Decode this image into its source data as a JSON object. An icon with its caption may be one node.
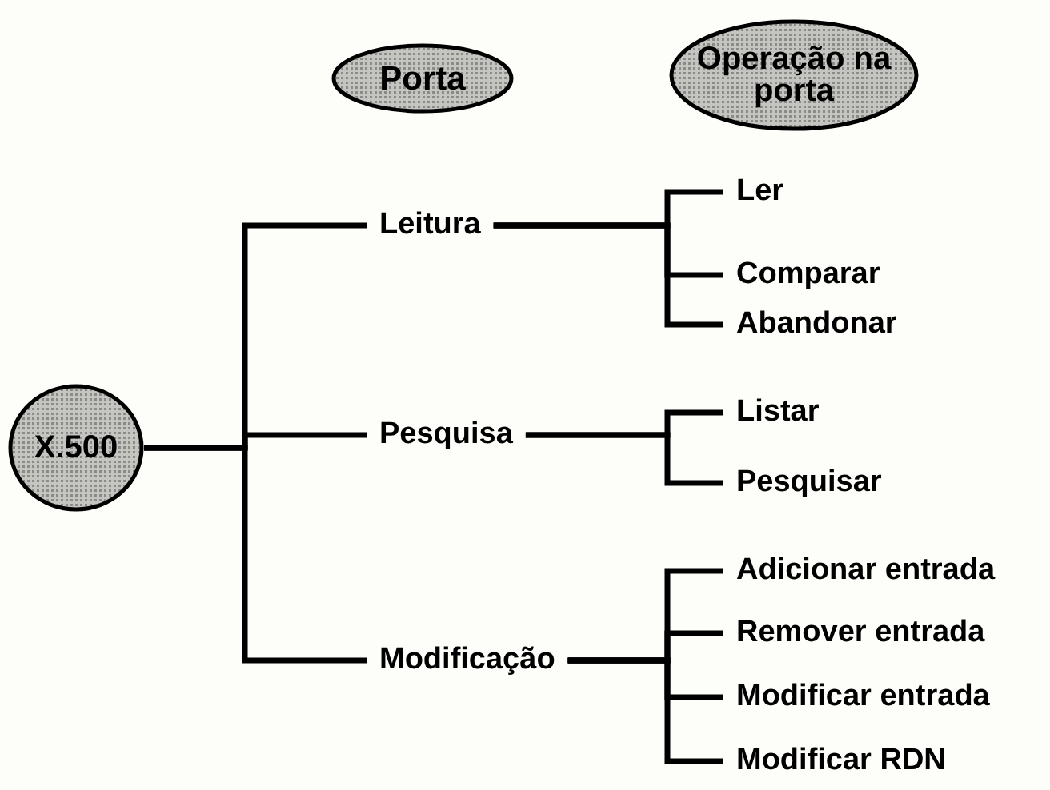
{
  "diagram": {
    "nodes": [
      {
        "text": [
          "Porta"
        ]
      },
      {
        "text": [
          "Operação na porta"
        ]
      },
      {
        "text": [
          "X.500"
        ]
      },
      {
        "text": [
          "Leitura"
        ]
      },
      {
        "text": [
          "Pesquisa"
        ]
      },
      {
        "text": [
          "Modificação"
        ]
      },
      {
        "text": [
          "Ler"
        ]
      },
      {
        "text": [
          "Comparar"
        ]
      },
      {
        "text": [
          "Abandonar"
        ]
      },
      {
        "text": [
          "Listar"
        ]
      },
      {
        "text": [
          "Pesquisar"
        ]
      },
      {
        "text": [
          "Adicionar entrada"
        ]
      },
      {
        "text": [
          "Remover entrada"
        ]
      },
      {
        "text": [
          "Modificar entrada"
        ]
      },
      {
        "text": [
          "Modificar RDN"
        ]
      }
    ],
    "edges": [
      {
        "from": 2,
        "to": 3,
        "arrow": "none"
      },
      {
        "from": 2,
        "to": 4,
        "arrow": "none"
      },
      {
        "from": 2,
        "to": 5,
        "arrow": "none"
      },
      {
        "from": 3,
        "to": 6,
        "arrow": "none"
      },
      {
        "from": 3,
        "to": 7,
        "arrow": "none"
      },
      {
        "from": 3,
        "to": 8,
        "arrow": "none"
      },
      {
        "from": 4,
        "to": 9,
        "arrow": "none"
      },
      {
        "from": 4,
        "to": 10,
        "arrow": "none"
      },
      {
        "from": 5,
        "to": 11,
        "arrow": "none"
      },
      {
        "from": 5,
        "to": 12,
        "arrow": "none"
      },
      {
        "from": 5,
        "to": 13,
        "arrow": "none"
      },
      {
        "from": 5,
        "to": 14,
        "arrow": "none"
      }
    ]
  }
}
